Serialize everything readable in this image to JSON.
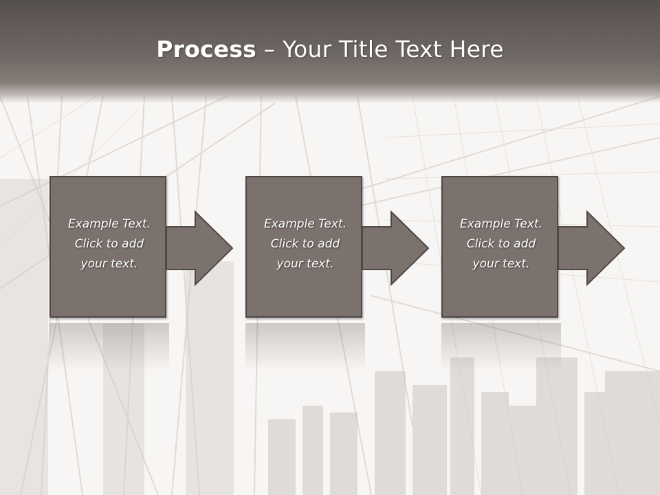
{
  "slide": {
    "title_bold": "Process",
    "title_rest": " – Your Title Text Here"
  },
  "steps": [
    {
      "line1": "Example Text.",
      "line2": "Click  to add",
      "line3": "your text."
    },
    {
      "line1": "Example Text.",
      "line2": "Click  to add",
      "line3": "your text."
    },
    {
      "line1": "Example Text.",
      "line2": "Click  to add",
      "line3": "your text."
    }
  ],
  "colors": {
    "header": "#6f6864",
    "box_fill": "#7b726e",
    "box_border": "#4e4744",
    "text": "#ffffff"
  },
  "icons": [
    "arrow-right-icon"
  ]
}
